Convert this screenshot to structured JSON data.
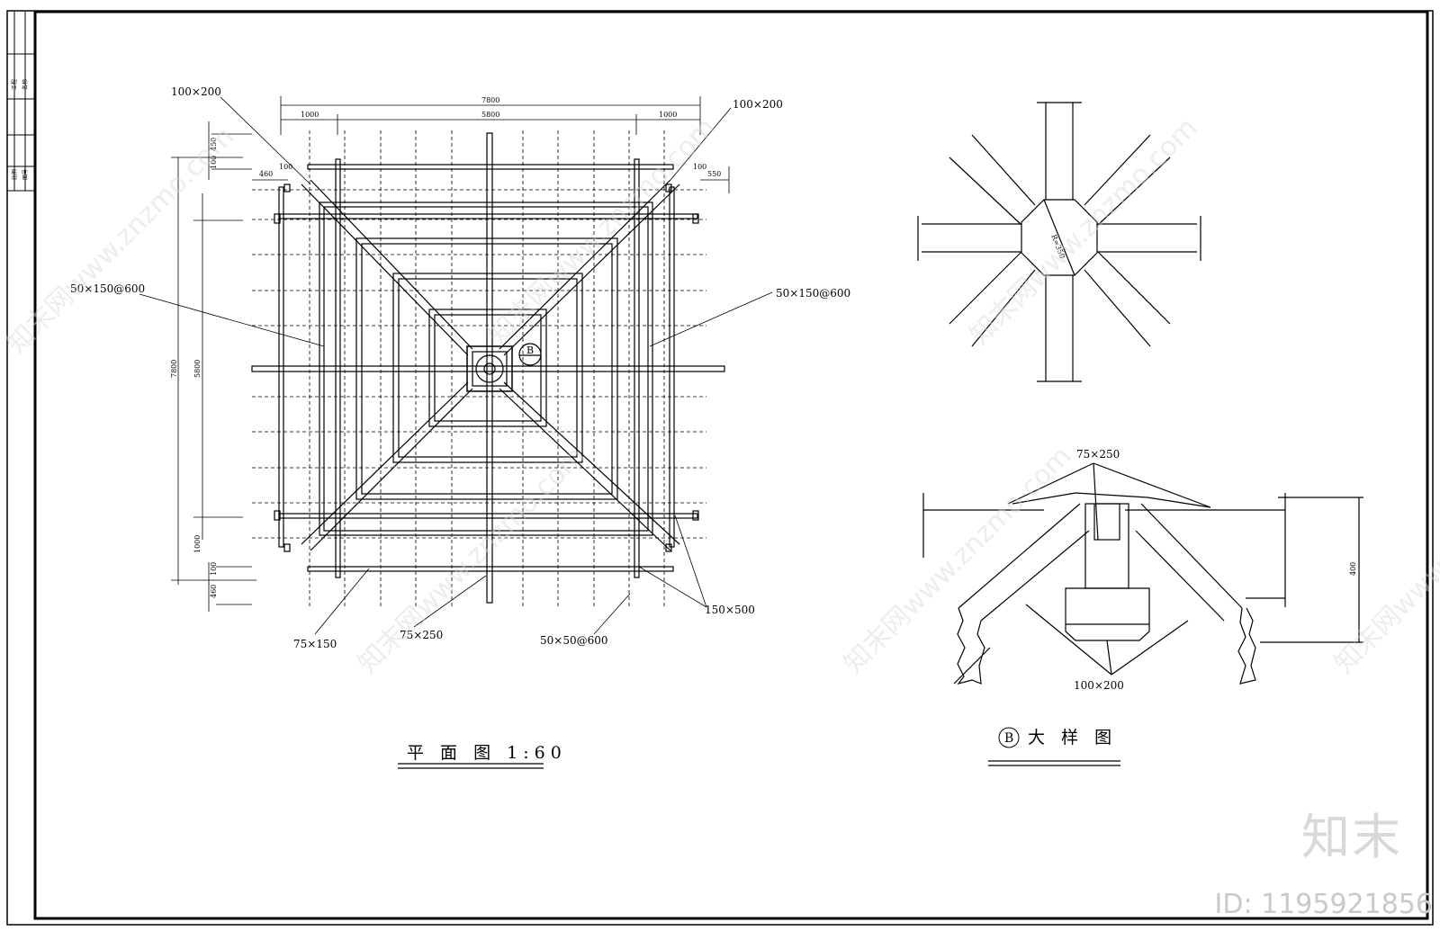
{
  "plan": {
    "title": "平 面 图  1:60",
    "labels": {
      "beam_top_left": "100×200",
      "beam_top_right": "100×200",
      "joist_left": "50×150@600",
      "joist_right": "50×150@600",
      "rafter_75x150": "75×150",
      "rafter_75x250": "75×250",
      "batten": "50×50@600",
      "post": "150×500",
      "section_marker": "B"
    },
    "dims": {
      "overall_top": "7800",
      "inner_top": "5800",
      "side_left_top": "1000",
      "side_right_top": "1000",
      "overall_left": "7800",
      "inner_left": "5800",
      "left_bottom": "1000",
      "small_460_tl": "460",
      "small_100_tl": "100",
      "small_450_tl": "450",
      "small_100_tl2": "100",
      "small_100_tr": "100",
      "small_550_tr": "550",
      "small_460_bl": "460",
      "small_100_bl": "100"
    }
  },
  "detail": {
    "title": "大 样 图",
    "marker": "B",
    "labels": {
      "top": "75×250",
      "bottom": "100×200",
      "radius": "R=350",
      "height_dim": "400"
    }
  },
  "titleblock": {
    "cells": [
      "工程",
      "名称",
      "比例",
      "图号"
    ]
  },
  "watermark": {
    "brand": "知末",
    "text": "知末网www.znzmo.com",
    "id": "ID: 1195921856"
  }
}
